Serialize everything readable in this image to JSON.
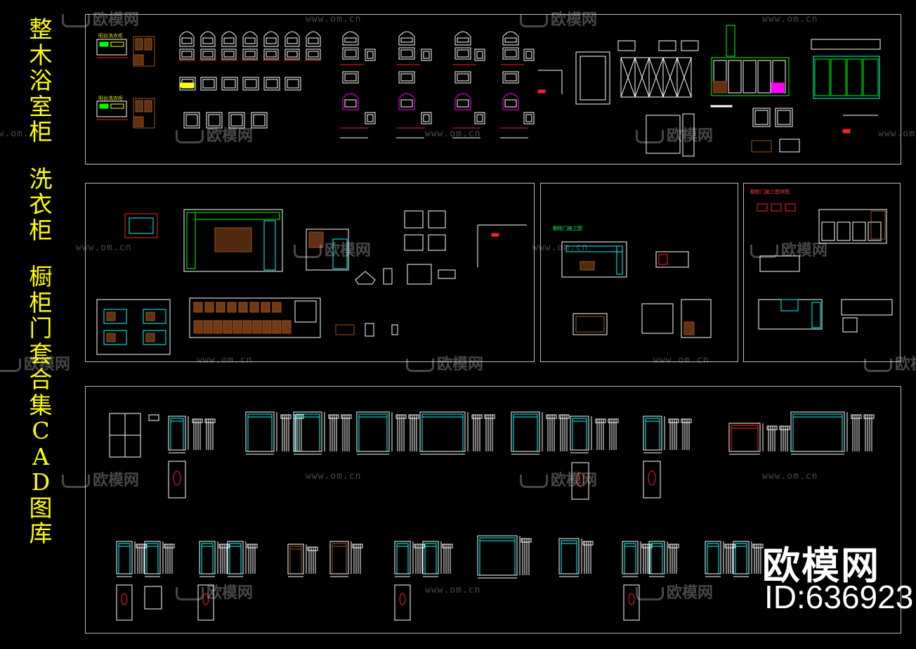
{
  "title_chars": [
    "整",
    "木",
    "浴",
    "室",
    "柜",
    "",
    "洗",
    "衣",
    "柜",
    "",
    "橱",
    "柜",
    "门",
    "套",
    "合",
    "集",
    "C",
    "A",
    "D",
    "图",
    "库"
  ],
  "panel_labels": {
    "wash1": "阳台洗衣柜",
    "wash2": "阳台洗衣柜",
    "kitchenB": "橱柜门施工图",
    "kitchenC": "橱柜门施工图详图"
  },
  "watermark": {
    "site": "www.om.cn",
    "logo_text": "欧模网"
  },
  "brand": {
    "logo": "欧模网",
    "id": "ID:636923"
  },
  "colors": {
    "background": "#000000",
    "title": "#ffff00",
    "frame": "#bbbbbb",
    "cad_cyan": "#00ffff",
    "cad_red": "#ff2020",
    "cad_yellow": "#ffff00",
    "cad_wood": "#a0521e",
    "cad_white": "#ffffff",
    "cad_green": "#00ff00",
    "cad_magenta": "#ff00ff"
  },
  "icons": [
    "sofa-watermark-icon"
  ]
}
